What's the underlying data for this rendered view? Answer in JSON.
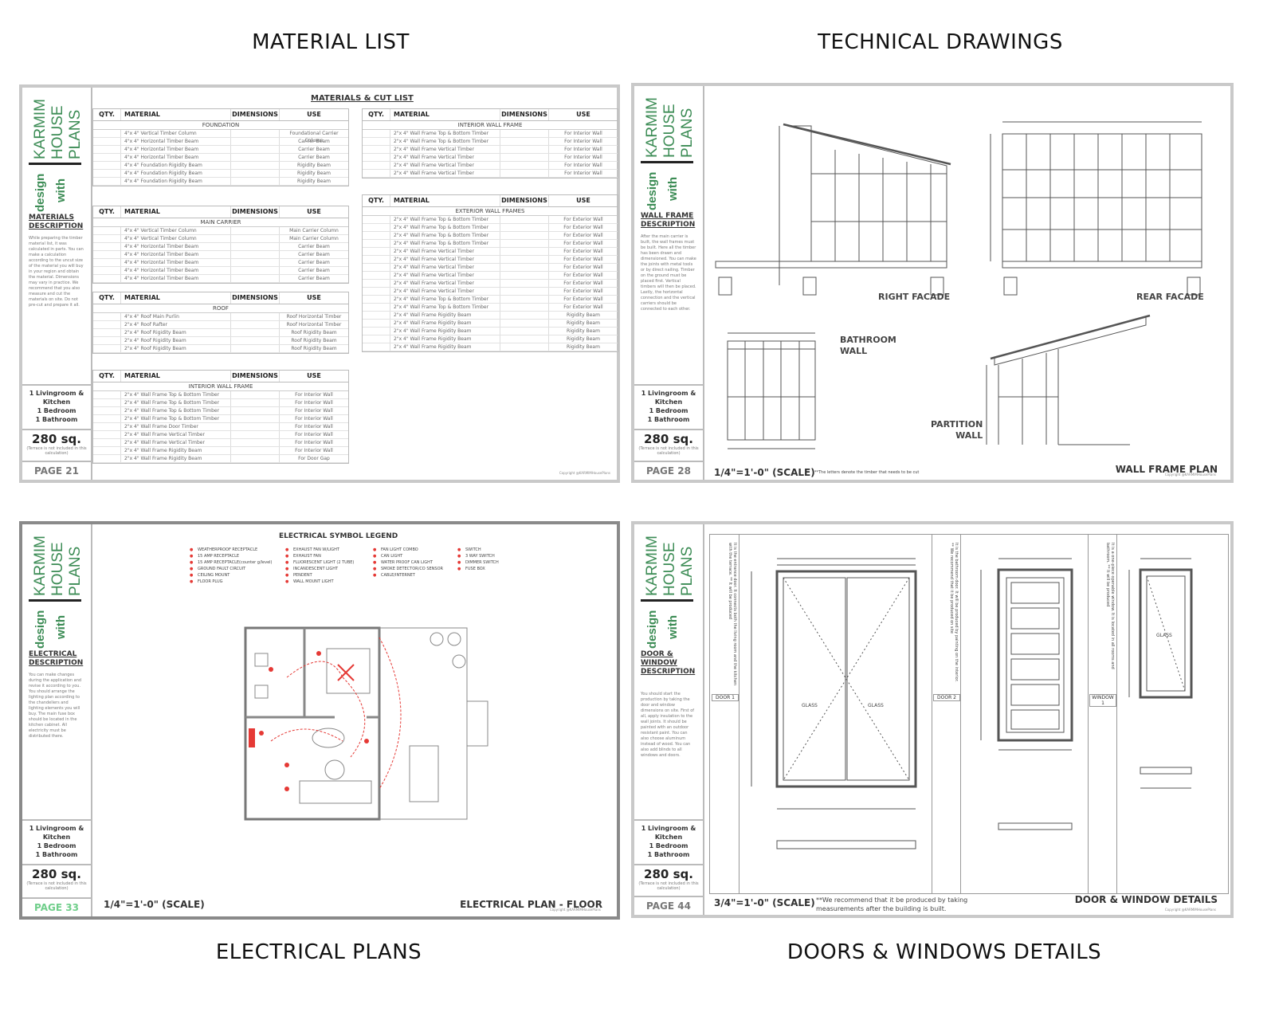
{
  "captions": {
    "tl": "MATERIAL LIST",
    "tr": "TECHNICAL DRAWINGS",
    "bl": "ELECTRICAL PLANS",
    "br": "DOORS & WINDOWS DETAILS"
  },
  "brand": {
    "w1": "KARMIM",
    "w2": "HOUSE",
    "w3": "PLANS",
    "w4": "design",
    "w5": "with"
  },
  "rooms": "1 Livingroom & Kitchen\n1 Bedroom\n1 Bathroom",
  "area": {
    "value": "280 sq.",
    "note": "(Terrace is not included in this calculation)"
  },
  "copyright": "Copyright @KARMIMHousePlans",
  "sheets": {
    "materials": {
      "page": "PAGE 21",
      "desc_title": "MATERIALS DESCRIPTION",
      "desc_text": "While preparing the timber material list, it was calculated in parts. You can make a calculation according to the uncut size of the material you will buy in your region and obtain the material. Dimensions may vary in practice. We recommend that you also measure and cut the materials on site. Do not pre-cut and prepare it all.",
      "table_title": "MATERIALS & CUT LIST",
      "headers": {
        "qty": "QTY.",
        "material": "MATERIAL",
        "dimensions": "DIMENSIONS",
        "use": "USE"
      },
      "sections": {
        "foundation": "FOUNDATION",
        "main_carrier": "MAIN CARRIER",
        "roof": "ROOF",
        "interior_left": "INTERIOR WALL FRAME",
        "interior_right": "INTERIOR WALL FRAME",
        "exterior": "EXTERIOR WALL FRAMES"
      },
      "foundation_rows": [
        [
          "4\"x 4\" Vertical Timber Column",
          "Foundational Carrier Column"
        ],
        [
          "4\"x 4\" Horizontal Timber Beam",
          "Carrier Beam"
        ],
        [
          "4\"x 4\" Horizontal Timber Beam",
          "Carrier Beam"
        ],
        [
          "4\"x 4\" Horizontal Timber Beam",
          "Carrier Beam"
        ],
        [
          "4\"x 4\" Foundation Rigidity Beam",
          "Rigidity Beam"
        ],
        [
          "4\"x 4\" Foundation Rigidity Beam",
          "Rigidity Beam"
        ],
        [
          "4\"x 4\" Foundation Rigidity Beam",
          "Rigidity Beam"
        ]
      ],
      "carrier_rows": [
        [
          "4\"x 4\" Vertical Timber Column",
          "Main Carrier Column"
        ],
        [
          "4\"x 4\" Vertical Timber Column",
          "Main Carrier Column"
        ],
        [
          "4\"x 4\" Horizontal Timber Beam",
          "Carrier Beam"
        ],
        [
          "4\"x 4\" Horizontal Timber Beam",
          "Carrier Beam"
        ],
        [
          "4\"x 4\" Horizontal Timber Beam",
          "Carrier Beam"
        ],
        [
          "4\"x 4\" Horizontal Timber Beam",
          "Carrier Beam"
        ],
        [
          "4\"x 4\" Horizontal Timber Beam",
          "Carrier Beam"
        ]
      ],
      "roof_rows": [
        [
          "4\"x 4\" Roof Main Purlin",
          "Roof Horizontal Timber"
        ],
        [
          "2\"x 4\" Roof Rafter",
          "Roof Horizontal Timber"
        ],
        [
          "2\"x 4\" Roof Rigidity Beam",
          "Roof Rigidity Beam"
        ],
        [
          "2\"x 4\" Roof Rigidity Beam",
          "Roof Rigidity Beam"
        ],
        [
          "2\"x 4\" Roof Rigidity Beam",
          "Roof Rigidity Beam"
        ]
      ],
      "interior_left_rows": [
        [
          "2\"x 4\" Wall Frame Top & Bottom Timber",
          "For Interior Wall"
        ],
        [
          "2\"x 4\" Wall Frame Top & Bottom Timber",
          "For Interior Wall"
        ],
        [
          "2\"x 4\" Wall Frame Top & Bottom Timber",
          "For Interior Wall"
        ],
        [
          "2\"x 4\" Wall Frame Top & Bottom Timber",
          "For Interior Wall"
        ],
        [
          "2\"x 4\" Wall Frame Door Timber",
          "For Interior Wall"
        ],
        [
          "2\"x 4\" Wall Frame Vertical Timber",
          "For Interior Wall"
        ],
        [
          "2\"x 4\" Wall Frame Vertical Timber",
          "For Interior Wall"
        ],
        [
          "2\"x 4\" Wall Frame Rigidity Beam",
          "For Interior Wall"
        ],
        [
          "2\"x 4\" Wall Frame Rigidity Beam",
          "For Door Gap"
        ]
      ],
      "interior_right_rows": [
        [
          "2\"x 4\" Wall Frame Top & Bottom Timber",
          "For Interior Wall"
        ],
        [
          "2\"x 4\" Wall Frame Top & Bottom Timber",
          "For Interior Wall"
        ],
        [
          "2\"x 4\" Wall Frame Vertical Timber",
          "For Interior Wall"
        ],
        [
          "2\"x 4\" Wall Frame Vertical Timber",
          "For Interior Wall"
        ],
        [
          "2\"x 4\" Wall Frame Vertical Timber",
          "For Interior Wall"
        ],
        [
          "2\"x 4\" Wall Frame Vertical Timber",
          "For Interior Wall"
        ]
      ],
      "exterior_rows": [
        [
          "2\"x 4\" Wall Frame Top & Bottom Timber",
          "For Exterior Wall"
        ],
        [
          "2\"x 4\" Wall Frame Top & Bottom Timber",
          "For Exterior Wall"
        ],
        [
          "2\"x 4\" Wall Frame Top & Bottom Timber",
          "For Exterior Wall"
        ],
        [
          "2\"x 4\" Wall Frame Top & Bottom Timber",
          "For Exterior Wall"
        ],
        [
          "2\"x 4\" Wall Frame Vertical Timber",
          "For Exterior Wall"
        ],
        [
          "2\"x 4\" Wall Frame Vertical Timber",
          "For Exterior Wall"
        ],
        [
          "2\"x 4\" Wall Frame Vertical Timber",
          "For Exterior Wall"
        ],
        [
          "2\"x 4\" Wall Frame Vertical Timber",
          "For Exterior Wall"
        ],
        [
          "2\"x 4\" Wall Frame Vertical Timber",
          "For Exterior Wall"
        ],
        [
          "2\"x 4\" Wall Frame Vertical Timber",
          "For Exterior Wall"
        ],
        [
          "2\"x 4\" Wall Frame Top & Bottom Timber",
          "For Exterior Wall"
        ],
        [
          "2\"x 4\" Wall Frame Top & Bottom Timber",
          "For Exterior Wall"
        ],
        [
          "2\"x 4\" Wall Frame Rigidity Beam",
          "Rigidity Beam"
        ],
        [
          "2\"x 4\" Wall Frame Rigidity Beam",
          "Rigidity Beam"
        ],
        [
          "2\"x 4\" Wall Frame Rigidity Beam",
          "Rigidity Beam"
        ],
        [
          "2\"x 4\" Wall Frame Rigidity Beam",
          "Rigidity Beam"
        ],
        [
          "2\"x 4\" Wall Frame Rigidity Beam",
          "Rigidity Beam"
        ]
      ]
    },
    "wallframe": {
      "page": "PAGE 28",
      "desc_title": "WALL FRAME DESCRIPTION",
      "desc_text": "After the main carrier is built, the wall frames must be built. Here all the timber has been drawn and dimensioned. You can make the joints with metal tools or by direct nailing. Timber on the ground must be placed first. Vertical timbers will then be placed. Lastly, the horizontal connection and the vertical carriers should be connected to each other.",
      "labels": {
        "right": "RIGHT FACADE",
        "rear": "REAR FACADE",
        "bath1": "BATHROOM",
        "bath2": "WALL",
        "part1": "PARTITION",
        "part2": "WALL"
      },
      "scale": "1/4\"=1'-0\" (SCALE)",
      "note": "**The letters denote the timber that needs to be cut",
      "title": "WALL FRAME PLAN"
    },
    "electrical": {
      "page": "PAGE 33",
      "desc_title": "ELECTRICAL DESCRIPTION",
      "desc_text": "You can make changes during the application and revise it according to you. You should arrange the lighting plan according to the chandeliers and lighting elements you will buy. The main fuse box should be located in the kitchen cabinet. All electricity must be distributed there.",
      "legend_title": "ELECTRICAL SYMBOL LEGEND",
      "legend_col1": [
        "WEATHERPROOF RECEPTACLE",
        "15 AMP RECEPTACLE",
        "15 AMP RECEPTACLE(counter g/level)",
        "GROUND FAULT CIRCUIT",
        "CEILING MOUNT",
        "FLOOR PLUG"
      ],
      "legend_col2": [
        "EXHAUST FAN W/LIGHT",
        "EXHAUST FAN",
        "FLUORESCENT LIGHT (2 TUBE)",
        "INCANDESCENT LIGHT",
        "PENDENT",
        "WALL MOUNT LIGHT"
      ],
      "legend_col3": [
        "FAN LIGHT COMBO",
        "CAN LIGHT",
        "WATER PROOF CAN LIGHT",
        "SMOKE DETECTOR/CO SENSOR",
        "CABLE/INTERNET"
      ],
      "legend_col4": [
        "SWITCH",
        "3 WAY SWITCH",
        "DIMMER SWITCH",
        "FUSE BOX"
      ],
      "scale": "1/4\"=1'-0\" (SCALE)",
      "title": "ELECTRICAL PLAN - FLOOR"
    },
    "doors": {
      "page": "PAGE 44",
      "desc_title": "DOOR & WINDOW DESCRIPTION",
      "desc_text": "You should start the production by taking the door and window dimensions on site. First of all, apply insulation to the wall joints. It should be painted with an outdoor resistant paint. You can also choose aluminum instead of wood. You can also add blinds to all windows and doors.",
      "door1": "DOOR 1",
      "door2": "DOOR 2",
      "window1": "WINDOW 1",
      "glass": "GLASS",
      "door1_note": "It is the entrance door. It connects both the living room and the kitchen with the terrace. ** It will be produced",
      "door2_note": "It is the bathroom door. It will be produced by painting on the interior. ** We recommend that it be produced on site",
      "window_note": "It is a one-piece openable window. It is located in all rooms and bathroom. ** It will be produced",
      "scale": "3/4\"=1'-0\" (SCALE)",
      "note": "**We recommend that it be produced by taking measurements after the building is built.",
      "title": "DOOR & WINDOW DETAILS"
    }
  },
  "colors": {
    "green": "#3c8c55",
    "red": "#e53935",
    "border": "#c9c9c9"
  }
}
